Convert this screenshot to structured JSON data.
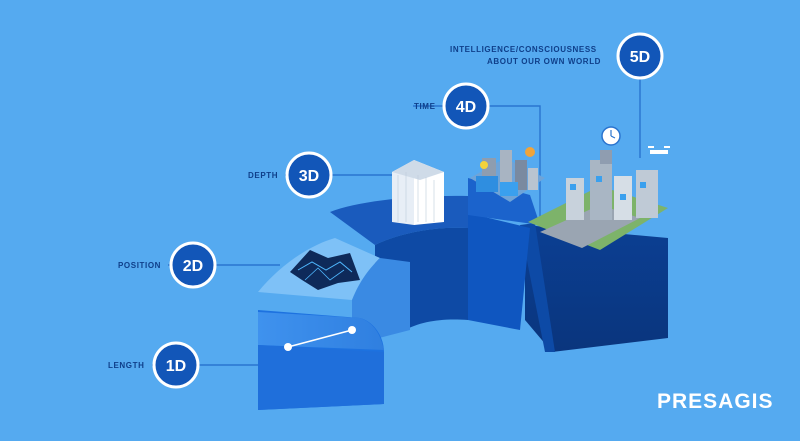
{
  "brand": {
    "name": "PRESAGIS"
  },
  "colors": {
    "background": "#55aaf0",
    "badge_fill": "#1256b8",
    "badge_ring": "#ffffff",
    "label_text": "#0f3f8a",
    "connector": "#2a74cf"
  },
  "dimensions": [
    {
      "badge": "1D",
      "label": "LENGTH",
      "icon": "line-segment-icon"
    },
    {
      "badge": "2D",
      "label": "POSITION",
      "icon": "map-icon"
    },
    {
      "badge": "3D",
      "label": "DEPTH",
      "icon": "building-icon"
    },
    {
      "badge": "4D",
      "label": "TIME",
      "icon": "city-block-icon"
    },
    {
      "badge": "5D",
      "label": "INTELLIGENCE/CONSCIOUSNESS",
      "label_line2": "ABOUT OUR OWN WORLD",
      "icon": "smart-city-icon"
    }
  ]
}
